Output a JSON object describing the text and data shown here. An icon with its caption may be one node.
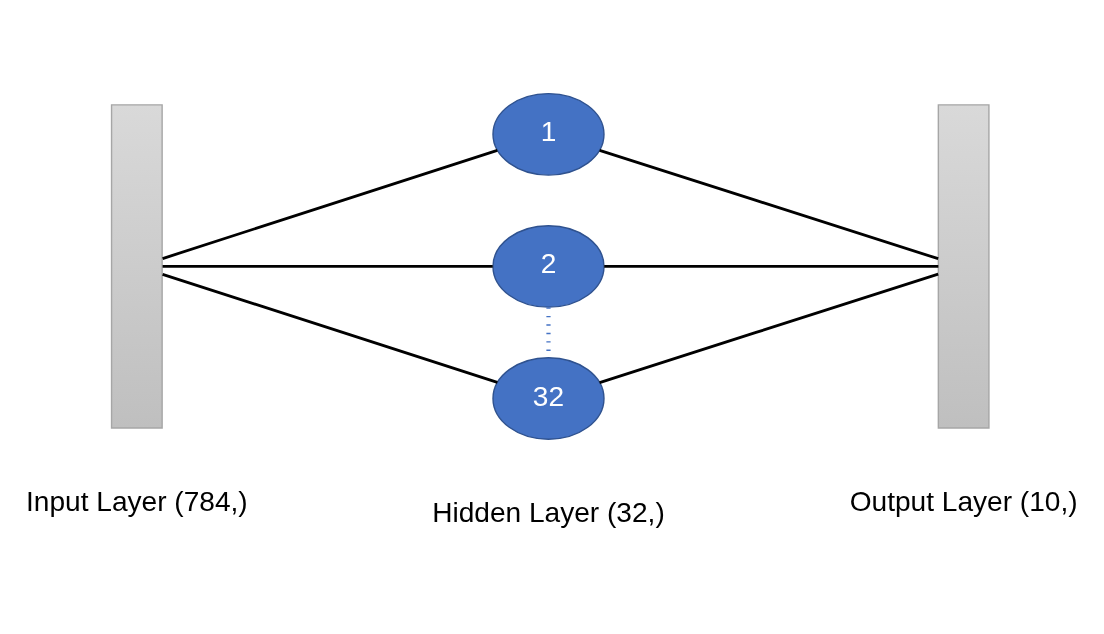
{
  "diagram": {
    "nodes": [
      {
        "text": [],
        "shape": "bar",
        "beside": [
          "Input Layer (784,)"
        ]
      },
      {
        "text": [
          "1"
        ]
      },
      {
        "text": [
          "2"
        ]
      },
      {
        "text": [
          "32"
        ]
      },
      {
        "text": [],
        "shape": "bar",
        "beside": [
          "Output Layer (10,)"
        ]
      }
    ],
    "edges": [
      {
        "from": 0,
        "to": 1,
        "arrow": "none"
      },
      {
        "from": 0,
        "to": 2,
        "arrow": "none"
      },
      {
        "from": 0,
        "to": 3,
        "arrow": "none"
      },
      {
        "from": 2,
        "to": 3,
        "arrow": "none",
        "style": "dashed",
        "color": "#4472c4"
      },
      {
        "from": 1,
        "to": 4,
        "arrow": "none"
      },
      {
        "from": 2,
        "to": 4,
        "arrow": "none"
      },
      {
        "from": 3,
        "to": 4,
        "arrow": "none"
      }
    ],
    "labels": [
      "Hidden Layer (32,)"
    ]
  }
}
